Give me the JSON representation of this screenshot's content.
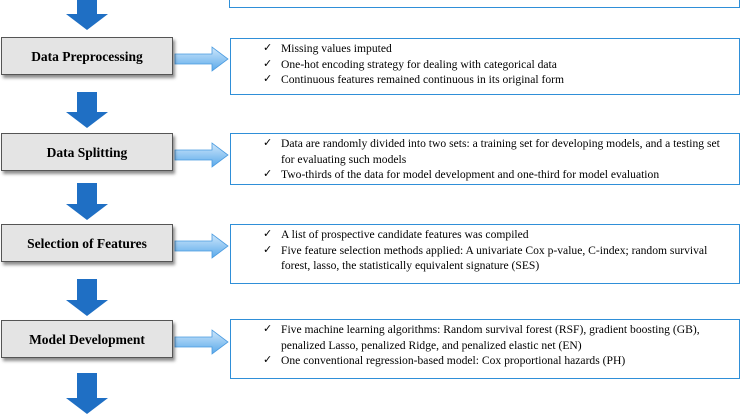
{
  "colors": {
    "arrow_blue": "#1f6fc4",
    "box_border": "#2f8fd8",
    "step_fill": "#e4e4e4"
  },
  "icons": {
    "check": "✓"
  },
  "steps": [
    {
      "label": "Data Preprocessing",
      "details": [
        "Missing values imputed",
        "One-hot encoding strategy for dealing with categorical data",
        "Continuous features remained continuous in its original form"
      ]
    },
    {
      "label": "Data Splitting",
      "details": [
        "Data are randomly divided into two sets: a training set for developing models, and a testing set for evaluating such models",
        "Two-thirds of the data for model development and one-third for model evaluation"
      ]
    },
    {
      "label": "Selection of Features",
      "details": [
        "A list of prospective candidate features was compiled",
        "Five feature selection methods applied: A univariate Cox p-value, C-index; random survival forest, lasso, the statistically equivalent signature (SES)"
      ]
    },
    {
      "label": "Model Development",
      "details": [
        "Five machine learning algorithms: Random survival forest (RSF), gradient boosting (GB), penalized Lasso, penalized Ridge, and penalized elastic net (EN)",
        "One conventional regression-based model: Cox proportional hazards (PH)"
      ]
    }
  ]
}
